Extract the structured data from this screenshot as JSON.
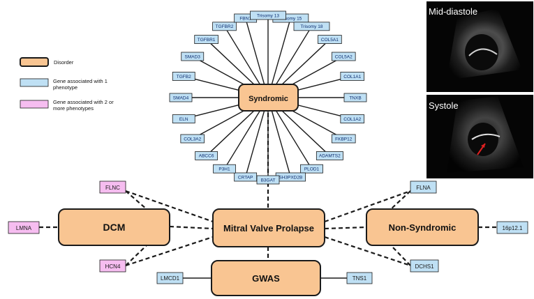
{
  "legend": [
    {
      "label": "Disorder",
      "kind": "disorder"
    },
    {
      "label": "Gene associated with 1 phenotype",
      "kind": "one"
    },
    {
      "label": "Gene associated with 2 or more phenotypes",
      "kind": "multi"
    }
  ],
  "nodes": {
    "syndromic": "Syndromic",
    "mvp": "Mitral Valve Prolapse",
    "dcm": "DCM",
    "nonsyndromic": "Non-Syndromic",
    "gwas": "GWAS"
  },
  "syndromic_genes": [
    "Trisomy 15",
    "Trisomy 18",
    "COL5A1",
    "COL5A2",
    "COL1A1",
    "TNXB",
    "COL1A2",
    "FKBP12",
    "ADAMTS2",
    "PLOD1",
    "SH3PXD2B",
    "B3GAT",
    "CRTAP",
    "P3H1",
    "ABCC6",
    "COL3A2",
    "ELN",
    "SMAD4",
    "TGFB2",
    "SMAD3",
    "TGFBR1",
    "TGFBR2",
    "FBN1",
    "Trisomy 13"
  ],
  "dcm_genes": {
    "top": "FLNC",
    "left": "LMNA",
    "bottom": "HCN4"
  },
  "nonsyndromic_genes": {
    "top": "FLNA",
    "right": "16p12.1",
    "bottom": "DCHS1"
  },
  "gwas_genes": {
    "left": "LMCD1",
    "right": "TNS1"
  },
  "echo": {
    "top_label": "Mid-diastole",
    "bottom_label": "Systole"
  },
  "colors": {
    "disorder": "#f9c592",
    "gene_one": "#bfe0f4",
    "gene_multi": "#f6bdf0"
  }
}
